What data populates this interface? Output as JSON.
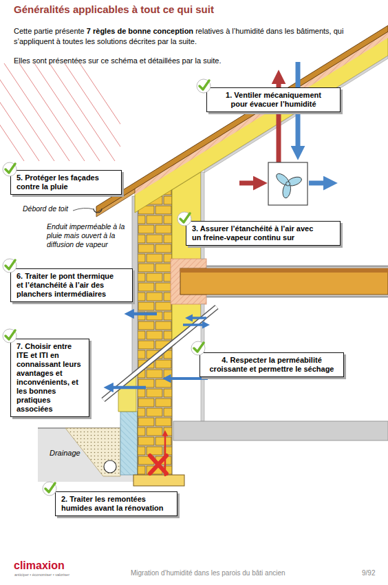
{
  "diagram": {
    "title": "Généralités applicables à tout ce qui suit",
    "nodes": [
      {
        "text": [
          "1. Ventiler mécaniquement pour évacuer l’humidité"
        ]
      },
      {
        "text": [
          "5. Protéger les façades contre la pluie"
        ]
      },
      {
        "text": [
          "3. Assurer l’étanchéité à l’air avec un freine-vapeur continu sur"
        ]
      },
      {
        "text": [
          "6. Traiter le pont thermique et l’étanchéité à l’air des planchers intermédiaires"
        ]
      },
      {
        "text": [
          "7. Choisir entre ITE et ITI en connaissant leurs avantages et inconvénients, et les bonnes pratiques associées"
        ]
      },
      {
        "text": [
          "4. Respecter la perméabilité croissante et permettre le séchage"
        ]
      },
      {
        "text": [
          "2. Traiter les remontées humides avant la rénovation"
        ]
      }
    ],
    "labels": [
      "Cette partie présente",
      "7 règles de bonne conception",
      "relatives à l’humidité dans les bâtiments, qui s’appliquent à toutes les solutions décrites par la suite.",
      "Elles sont présentées sur ce schéma et détaillées par la suite.",
      "Débord de toit",
      "Enduit imperméable à la pluie mais ouvert à la diffusion de vapeur",
      "Drainage",
      "climaxion",
      "anticiper • économiser • valoriser",
      "Migration d’humidité dans les parois du bâti ancien",
      "9/92"
    ]
  }
}
